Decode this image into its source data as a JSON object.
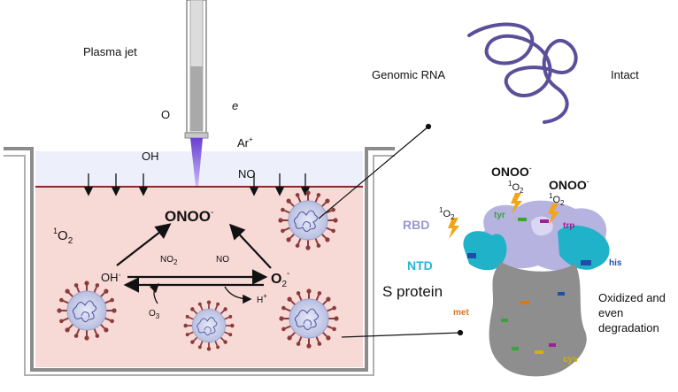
{
  "plasma_jet": {
    "label": "Plasma jet"
  },
  "gas_phase": {
    "o": "O",
    "e": "e",
    "ar": "Ar",
    "ar_sup": "+",
    "oh": "OH",
    "no": "NO"
  },
  "solution": {
    "singlet_o2": {
      "pre": "1",
      "main": "O",
      "sub": "2"
    },
    "onoo": {
      "main": "ONOO",
      "sup": "-"
    },
    "oh_radical": {
      "main": "OH",
      "sup": "·"
    },
    "superoxide": {
      "main": "O",
      "sub": "2",
      "sup": "-"
    },
    "no2": {
      "main": "NO",
      "sub": "2"
    },
    "no": "NO",
    "o3": {
      "main": "O",
      "sub": "3"
    },
    "h_plus": {
      "main": "H",
      "sup": "+"
    }
  },
  "rna": {
    "label": "Genomic RNA",
    "state": "Intact"
  },
  "protein": {
    "name": "S protein",
    "rbd": "RBD",
    "ntd": "NTD",
    "state_line1": "Oxidized and",
    "state_line2": "even",
    "state_line3": "degradation",
    "residues": {
      "tyr": "tyr",
      "trp": "trp",
      "his": "his",
      "met": "met",
      "cys": "cys"
    },
    "onoo_left": "ONOO",
    "onoo_right": "ONOO",
    "onoo_sup": "-",
    "so_pre": "1",
    "so_main": "O",
    "so_sub": "2"
  },
  "colors": {
    "liquid": "#f7d9d6",
    "gas_layer": "#edf0fb",
    "surface_line": "#8a2a2a",
    "rna": "#5b4f9a",
    "virus_core": "#c9cfe8",
    "spike": "#8b3b3b",
    "rbd_text": "#9a98cc",
    "ntd_text": "#25b6d4",
    "tyr": "#3aa33a",
    "trp": "#a0208f",
    "his": "#1e4fa8",
    "met": "#d67620",
    "cys": "#d1b300",
    "protein_gray": "#8e8e8e",
    "protein_cyan": "#1fb2c9",
    "protein_lavender": "#b6b3e0",
    "lightning": "#f2a516"
  }
}
